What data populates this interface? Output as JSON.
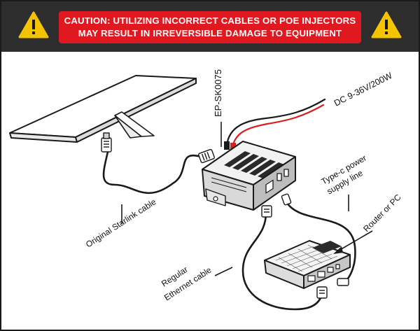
{
  "banner": {
    "caution_line1": "CAUTION: UTILIZING INCORRECT CABLES OR POE INJECTORS",
    "caution_line2": "MAY RESULT IN IRREVERSIBLE DAMAGE TO EQUIPMENT"
  },
  "labels": {
    "device_model": "EP-SK0075",
    "dc_input": "DC 9-36V/200W",
    "typec_line1": "Type-c power",
    "typec_line2": "supply line",
    "router": "Router or PC",
    "starlink_cable": "Original Starlink cable",
    "ethernet_line1": "Regular",
    "ethernet_line2": "Ethernet cable"
  },
  "colors": {
    "banner_bg": "#2d2d2d",
    "caution_red": "#e0181f",
    "warning_yellow": "#f5c400",
    "dc_wire_red": "#d9201e"
  }
}
